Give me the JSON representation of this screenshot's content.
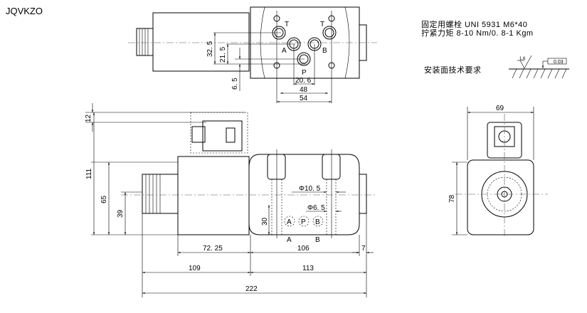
{
  "model": "JQVKZO",
  "notes": {
    "bolt": "固定用螺栓 UNI 5931 M6*40",
    "torque": "拧紧力矩 8-10 Nm/0. 8-1 Kgm",
    "surface_req": "安装面技术要求",
    "roughness": "1.6",
    "flatness": "0.03"
  },
  "top_view": {
    "ports": {
      "T1": "T",
      "T2": "T",
      "A": "A",
      "B": "B",
      "P": "P"
    },
    "dims": {
      "d32_5": "32. 5",
      "d21_5": "21. 5",
      "d6_5": "6. 5",
      "d20_6": "20. 6",
      "d48": "48",
      "d54": "54"
    }
  },
  "front_view": {
    "ports": {
      "A": "A",
      "P": "P",
      "B": "B",
      "A_label": "A",
      "B_label": "B"
    },
    "dims": {
      "d12": "12",
      "d111": "111",
      "d65": "65",
      "d39": "39",
      "d30": "30",
      "phi10_5": "Φ10. 5",
      "phi6_5": "Φ6. 5",
      "d72_25": "72. 25",
      "d106": "106",
      "d7": "7",
      "d109": "109",
      "d113": "113",
      "d222": "222"
    }
  },
  "side_view": {
    "dims": {
      "d69": "69",
      "d78": "78"
    }
  }
}
